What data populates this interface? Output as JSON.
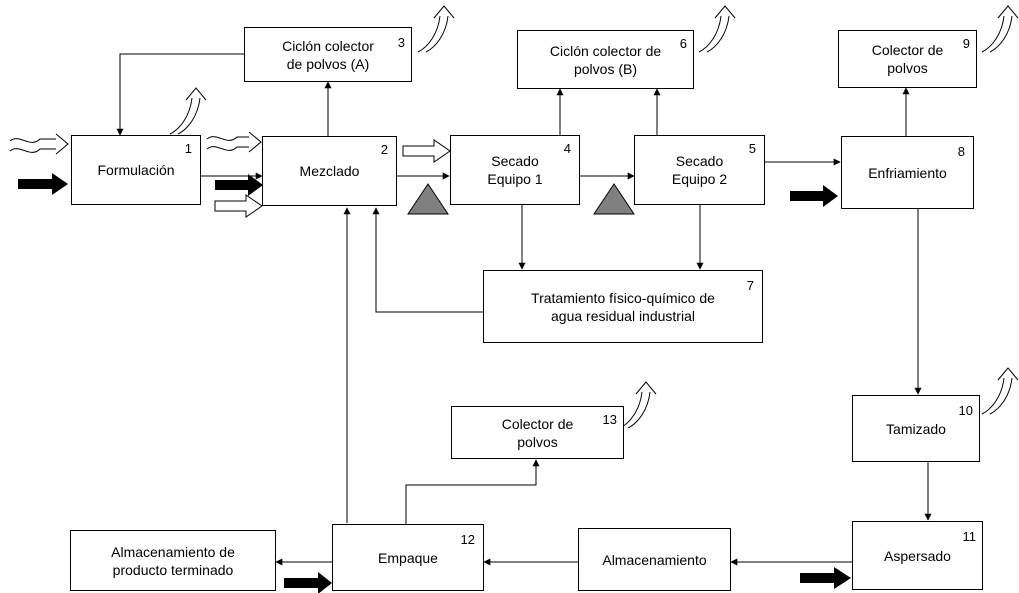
{
  "boxes": {
    "formulacion": {
      "label": "Formulación",
      "number": "1"
    },
    "mezclado": {
      "label": "Mezclado",
      "number": "2"
    },
    "ciclon_a": {
      "label": "Ciclón colector\nde polvos (A)",
      "number": "3"
    },
    "secado_1": {
      "label": "Secado\nEquipo 1",
      "number": "4"
    },
    "secado_2": {
      "label": "Secado\nEquipo 2",
      "number": "5"
    },
    "ciclon_b": {
      "label": "Ciclón colector de\npolvos (B)",
      "number": "6"
    },
    "tratamiento": {
      "label": "Tratamiento físico-químico de\nagua residual industrial",
      "number": "7"
    },
    "enfriamiento": {
      "label": "Enfriamiento",
      "number": "8"
    },
    "colector_9": {
      "label": "Colector de\npolvos",
      "number": "9"
    },
    "tamizado": {
      "label": "Tamizado",
      "number": "10"
    },
    "aspersado": {
      "label": "Aspersado",
      "number": "11"
    },
    "empaque": {
      "label": "Empaque",
      "number": "12"
    },
    "colector_13": {
      "label": "Colector de\npolvos",
      "number": "13"
    },
    "almacenamiento": {
      "label": "Almacenamiento",
      "number": ""
    },
    "almacenamiento_pt": {
      "label": "Almacenamiento de\nproducto terminado",
      "number": ""
    }
  },
  "colors": {
    "line": "#000000",
    "marker": "#808080",
    "box_fill": "#ffffff"
  }
}
